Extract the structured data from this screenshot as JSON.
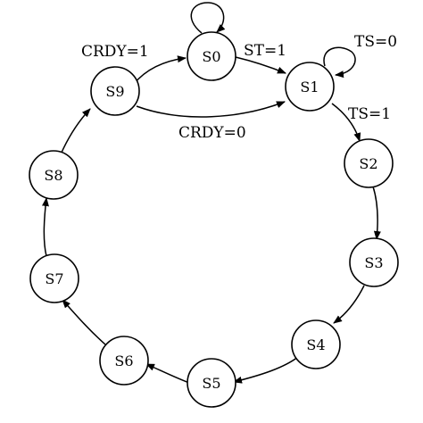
{
  "diagram": {
    "states": [
      "S0",
      "S1",
      "S2",
      "S3",
      "S4",
      "S5",
      "S6",
      "S7",
      "S8",
      "S9"
    ],
    "transitions": [
      {
        "from": "S0",
        "to": "S0",
        "label": ""
      },
      {
        "from": "S0",
        "to": "S1",
        "label": "ST=1"
      },
      {
        "from": "S1",
        "to": "S1",
        "label": "TS=0"
      },
      {
        "from": "S1",
        "to": "S2",
        "label": "TS=1"
      },
      {
        "from": "S2",
        "to": "S3",
        "label": ""
      },
      {
        "from": "S3",
        "to": "S4",
        "label": ""
      },
      {
        "from": "S4",
        "to": "S5",
        "label": ""
      },
      {
        "from": "S5",
        "to": "S6",
        "label": ""
      },
      {
        "from": "S6",
        "to": "S7",
        "label": ""
      },
      {
        "from": "S7",
        "to": "S8",
        "label": ""
      },
      {
        "from": "S8",
        "to": "S9",
        "label": ""
      },
      {
        "from": "S9",
        "to": "S0",
        "label": "CRDY=1"
      },
      {
        "from": "S9",
        "to": "S1",
        "label": "CRDY=0"
      }
    ]
  }
}
